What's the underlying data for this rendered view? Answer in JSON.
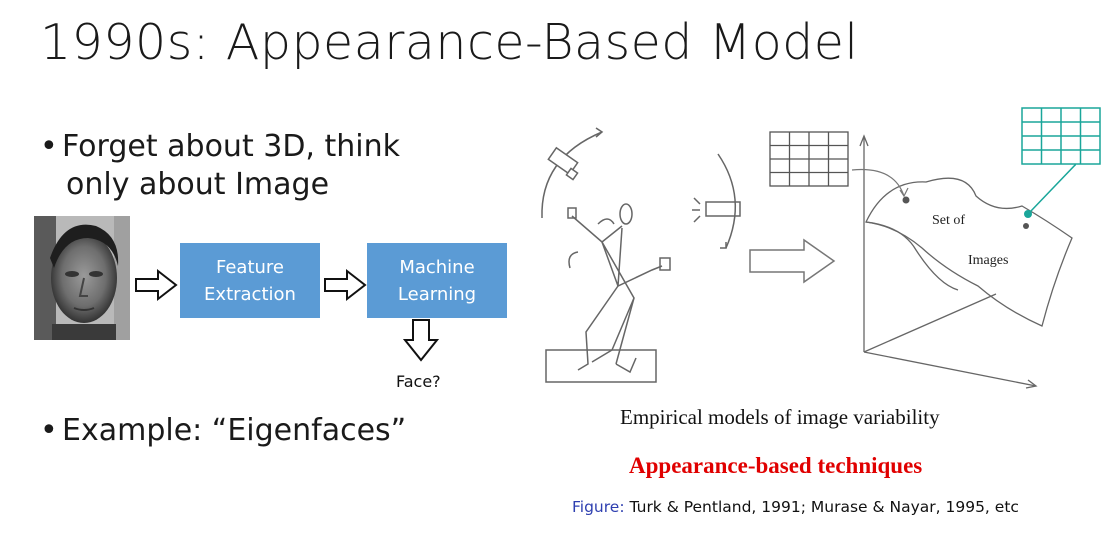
{
  "slide": {
    "title": "1990s: Appearance-Based Model",
    "bullet1_line1": "Forget about 3D,  think",
    "bullet1_line2": "only about Image",
    "bullet2": "Example: “Eigenfaces”",
    "bullet_marker": "•"
  },
  "pipeline": {
    "box1_line1": "Feature",
    "box1_line2": "Extraction",
    "box2_line1": "Machine",
    "box2_line2": "Learning",
    "output_label": "Face?"
  },
  "figure": {
    "label_set_of": "Set of",
    "label_images": "Images",
    "caption": "Empirical models of image variability",
    "technique": "Appearance-based techniques",
    "credit_label": "Figure:",
    "credit_text": "Turk & Pentland, 1991; Murase & Nayar, 1995, etc"
  },
  "colors": {
    "box_fill": "#5b9bd5",
    "technique_text": "#e00000",
    "grid_highlight": "#1aa69a",
    "credit_label": "#2e3fb0"
  }
}
